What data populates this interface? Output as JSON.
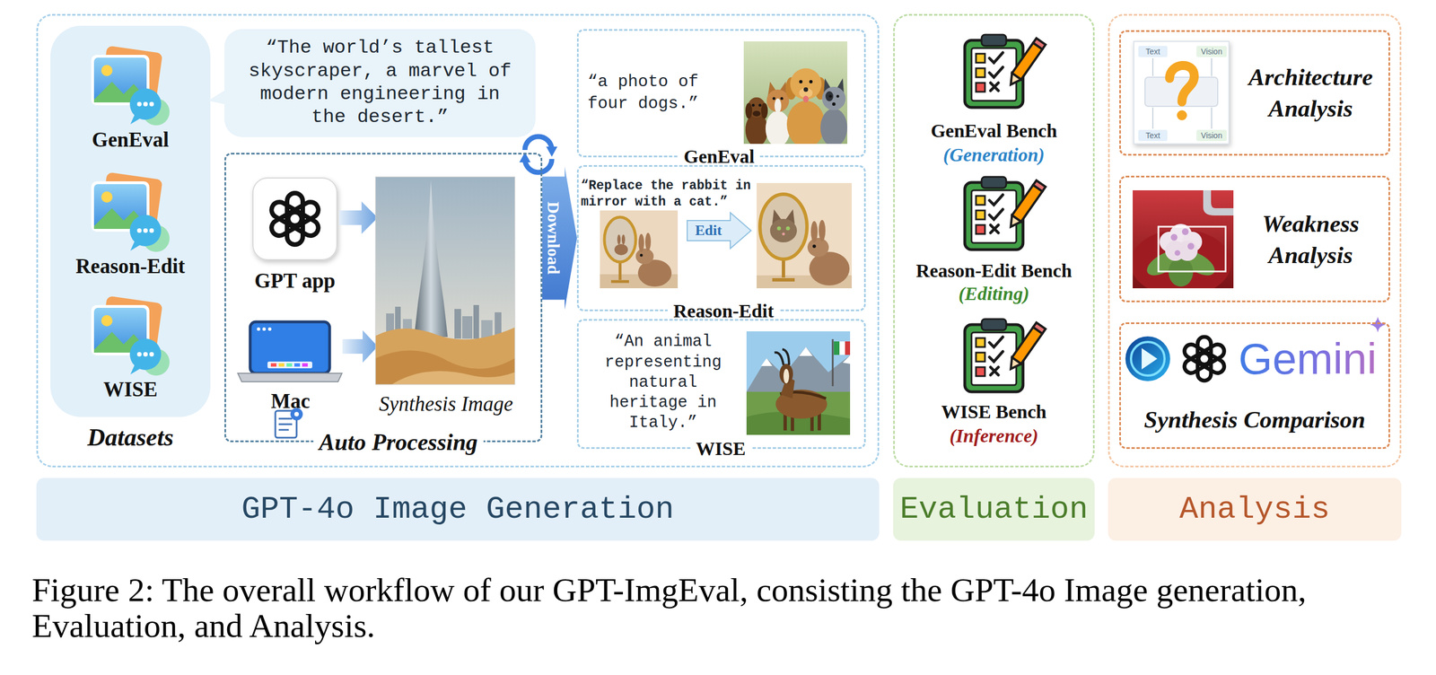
{
  "diagram": {
    "caption": "Figure 2: The overall workflow of our GPT-ImgEval, consisting the GPT-4o Image generation, Evaluation, and Analysis.",
    "nodes": [
      {
        "text": [
          "GPT-4o Image Generation"
        ]
      },
      {
        "text": [
          "GenEval",
          "Reason-Edit",
          "WISE",
          "Datasets"
        ],
        "in": 0
      },
      {
        "text": [
          "“The world’s tallest skyscraper, a marvel of modern engineering in the desert.”"
        ],
        "in": 0
      },
      {
        "text": [
          "GPT app",
          "Mac",
          "Synthesis Image",
          "Auto Processing"
        ],
        "in": 0
      },
      {
        "text": [
          "“a photo of four dogs.”",
          "GenEval"
        ],
        "in": 0
      },
      {
        "text": [
          "“Replace the rabbit in mirror with a cat.”",
          "Edit",
          "Reason-Edit"
        ],
        "in": 0
      },
      {
        "text": [
          "“An animal representing natural heritage in Italy.”",
          "WISE"
        ],
        "in": 0
      },
      {
        "text": [
          "GenEval Bench",
          "(Generation)",
          "Reason-Edit Bench",
          "(Editing)",
          "WISE Bench",
          "(Inference)",
          "Evaluation"
        ]
      },
      {
        "text": [
          "Analysis"
        ]
      },
      {
        "text": [
          "Architecture Analysis"
        ],
        "in": 8
      },
      {
        "text": [
          "Weakness Analysis"
        ],
        "in": 8
      },
      {
        "text": [
          "Gemini",
          "Synthesis Comparison"
        ],
        "in": 8
      }
    ],
    "edges": [
      {
        "from": 3,
        "to": 5,
        "arrow": "to",
        "label": "Download"
      }
    ],
    "labels": [
      "Text",
      "Vision",
      "Text",
      "Vision"
    ]
  }
}
